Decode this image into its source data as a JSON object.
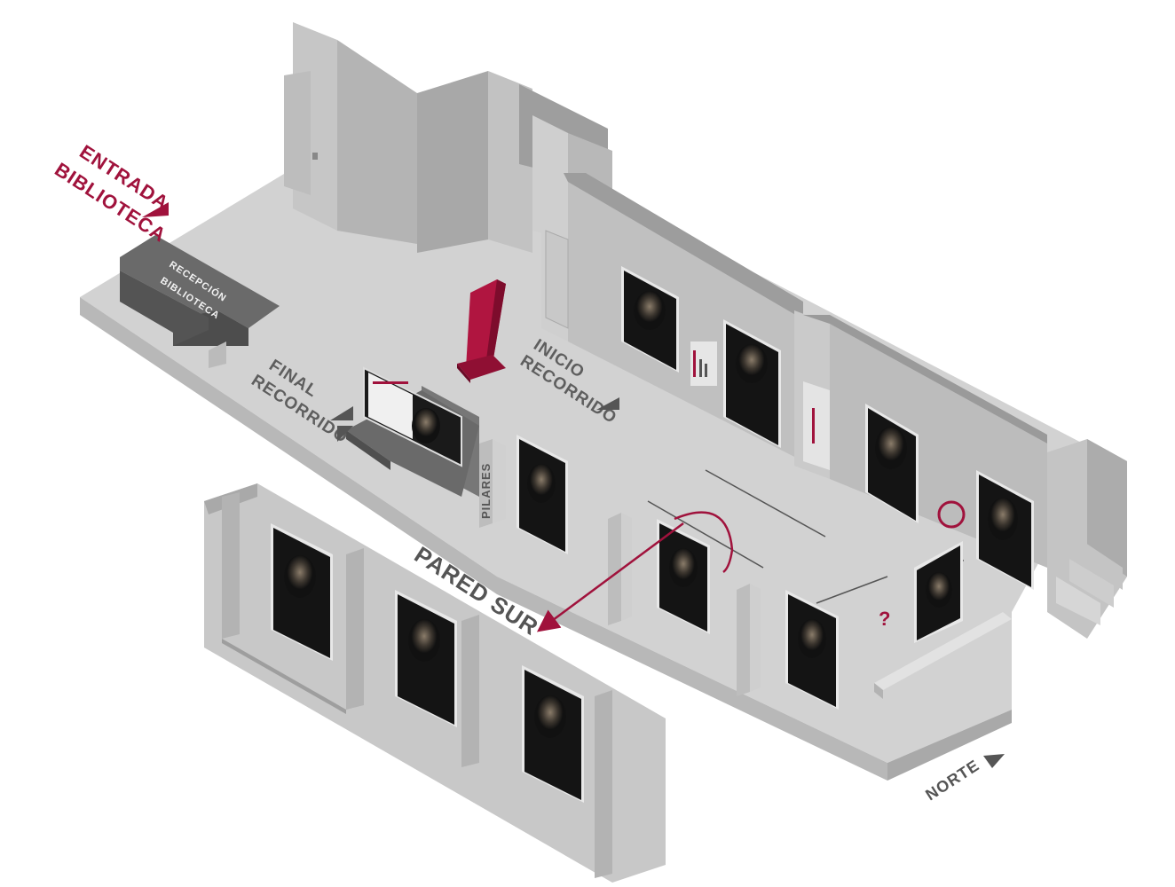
{
  "labels": {
    "entrada_line1": "ENTRADA",
    "entrada_line2": "BIBLIOTECA",
    "recepcion_line1": "RECEPCIÓN",
    "recepcion_line2": "BIBLIOTECA",
    "final_line1": "FINAL",
    "final_line2": "RECORRIDO",
    "inicio_line1": "INICIO",
    "inicio_line2": "RECORRIDO",
    "pilares": "PILARES",
    "pared_sur": "PARED SUR",
    "norte": "NORTE"
  },
  "colors": {
    "accent": "#a0123c",
    "floor": "#d2d2d2",
    "wall_light": "#c2c2c2",
    "wall_dark": "#a4a4a4",
    "reception": "#5a5a5a",
    "portrait": "#141414"
  },
  "icons": {
    "entrada_arrow": "triangle-right-icon",
    "final_arrow": "triangle-left-icon",
    "inicio_arrow": "triangle-right-icon",
    "norte_arrow": "triangle-right-icon",
    "route_arrow": "curved-arrow-icon"
  }
}
